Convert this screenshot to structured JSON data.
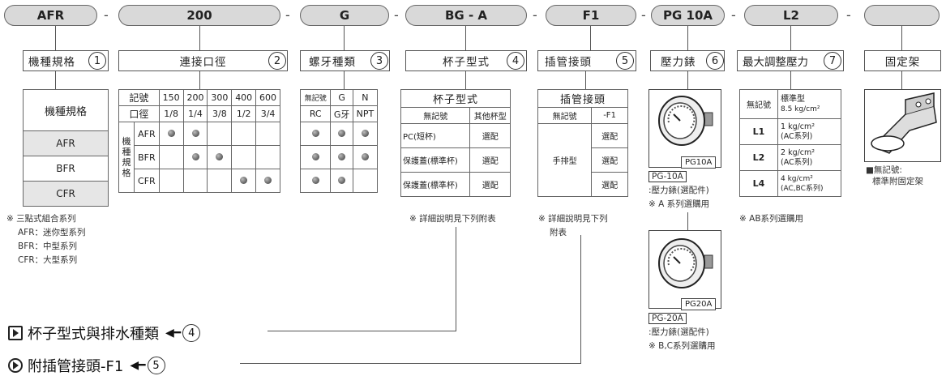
{
  "codes": [
    {
      "label": "AFR"
    },
    {
      "label": "200"
    },
    {
      "label": "G"
    },
    {
      "label": "BG - A"
    },
    {
      "label": "F1"
    },
    {
      "label": "PG 10A"
    },
    {
      "label": "L2"
    },
    {
      "label": ""
    }
  ],
  "dash": "-",
  "headers": [
    {
      "text": "機種規格",
      "num": "1"
    },
    {
      "text": "連接口徑",
      "num": "2"
    },
    {
      "text": "螺牙種類",
      "num": "3"
    },
    {
      "text": "杯子型式",
      "num": "4"
    },
    {
      "text": "插管接頭",
      "num": "5"
    },
    {
      "text": "壓力錶",
      "num": "6"
    },
    {
      "text": "最大調整壓力",
      "num": "7"
    },
    {
      "text": "固定架",
      "num": ""
    }
  ],
  "model_table": {
    "header": "機種規格",
    "rows": [
      "AFR",
      "BFR",
      "CFR"
    ]
  },
  "model_note": [
    "※ 三點式組合系列",
    "AFR：迷你型系列",
    "BFR：中型系列",
    "CFR：大型系列"
  ],
  "port_table": {
    "h1": "記號",
    "h2": "口徑",
    "codes": [
      "150",
      "200",
      "300",
      "400",
      "600"
    ],
    "sizes": [
      "1/8",
      "1/4",
      "3/8",
      "1/2",
      "3/4"
    ],
    "side": [
      "機",
      "種",
      "規",
      "格"
    ],
    "models": [
      "AFR",
      "BFR",
      "CFR"
    ]
  },
  "thread_table": {
    "h": [
      "無記號",
      "G",
      "N"
    ],
    "v": [
      "RC",
      "G牙",
      "NPT"
    ]
  },
  "cup_table": {
    "title": "杯子型式",
    "h": [
      "無記號",
      "其他杯型"
    ],
    "rows": [
      [
        "PC(短杯)",
        "選配"
      ],
      [
        "保護蓋(標準杯)",
        "選配"
      ],
      [
        "保護蓋(標準杯)",
        "選配"
      ]
    ]
  },
  "cup_note": "※ 詳細說明見下列附表",
  "tube_table": {
    "title": "插管接頭",
    "h": [
      "無記號",
      "-F1"
    ],
    "left": "手排型",
    "opts": [
      "選配",
      "選配",
      "選配"
    ]
  },
  "tube_note": [
    "※ 詳細說明見下列",
    "附表"
  ],
  "gauges": [
    {
      "cap": "PG10A",
      "code": "PG-10A",
      "desc": ":壓力錶(選配件)",
      "note": "※ A 系列選購用"
    },
    {
      "cap": "PG20A",
      "code": "PG-20A",
      "desc": ":壓力錶(選配件)",
      "note": "※ B,C系列選購用"
    }
  ],
  "pressure_table": {
    "h": [
      "無記號",
      "標準型",
      "8.5 kg/cm²"
    ],
    "rows": [
      {
        "c": "L1",
        "a": "1 kg/cm²",
        "b": "(AC系列)"
      },
      {
        "c": "L2",
        "a": "2 kg/cm²",
        "b": "(AC系列)"
      },
      {
        "c": "L4",
        "a": "4 kg/cm²",
        "b": "(AC,BC系列)"
      }
    ]
  },
  "pressure_note": "※ AB系列選購用",
  "bracket_note": [
    "■無記號:",
    "標準附固定架"
  ],
  "bottom": [
    {
      "text": "杯子型式與排水種類",
      "num": "4"
    },
    {
      "text": "附插管接頭-F1",
      "num": "5"
    }
  ],
  "colors": {
    "pill": "#d9d9d9",
    "cell": "#e6e6e6"
  }
}
